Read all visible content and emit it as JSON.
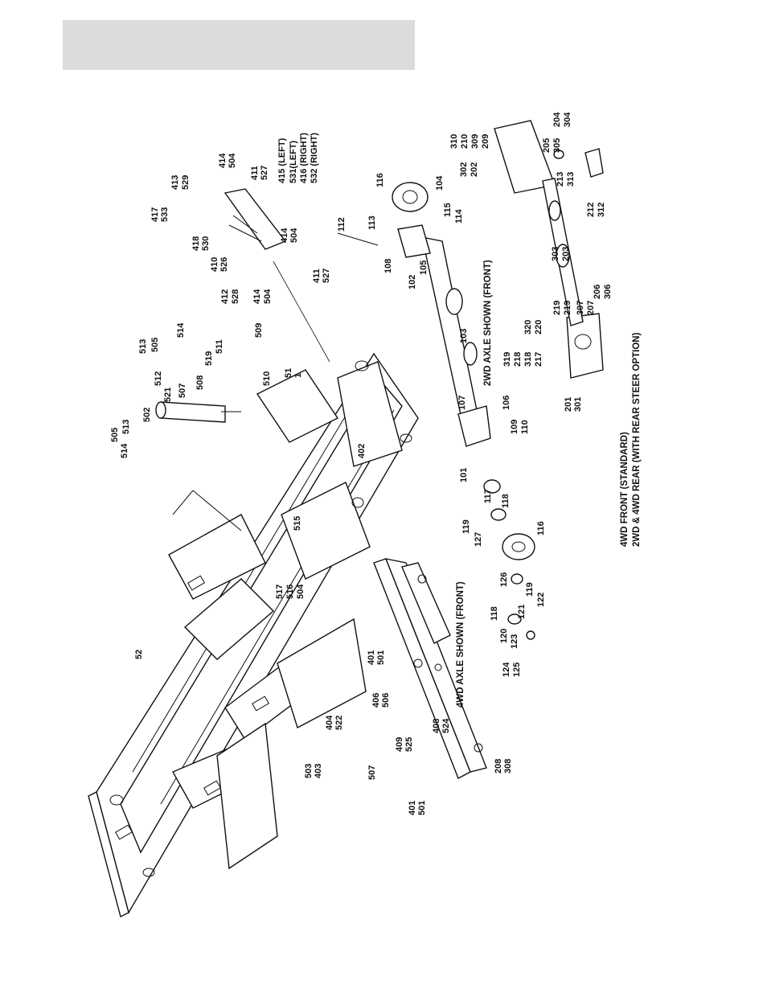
{
  "header": {
    "color": "#dcdcdc"
  },
  "captions": {
    "axle_4wd_front": "4WD AXLE SHOWN (FRONT)",
    "axle_2wd_front": "2WD AXLE SHOWN (FRONT)",
    "front_standard": "4WD FRONT (STANDARD)",
    "rear_option": "2WD & 4WD REAR (WITH REAR STEER OPTION)"
  },
  "callouts": [
    "52",
    "51",
    "1",
    "514",
    "505",
    "513",
    "502",
    "512",
    "521",
    "513",
    "505",
    "514",
    "507",
    "508",
    "519",
    "511",
    "509",
    "510",
    "412",
    "528",
    "414",
    "504",
    "410",
    "526",
    "418",
    "530",
    "417",
    "533",
    "413",
    "529",
    "414",
    "504",
    "411",
    "527",
    "415 (LEFT)",
    "531(LEFT)",
    "416 (RIGHT)",
    "532 (RIGHT)",
    "414",
    "504",
    "411",
    "527",
    "112",
    "113",
    "116",
    "104",
    "115",
    "114",
    "108",
    "102",
    "105",
    "103",
    "107",
    "106",
    "109",
    "110",
    "101",
    "117",
    "118",
    "119",
    "127",
    "116",
    "126",
    "119",
    "118",
    "121",
    "122",
    "120",
    "123",
    "124",
    "125",
    "402",
    "515",
    "517",
    "516",
    "504",
    "401",
    "501",
    "406",
    "506",
    "404",
    "522",
    "409",
    "525",
    "408",
    "524",
    "503",
    "403",
    "507",
    "401",
    "501",
    "208",
    "308",
    "310",
    "210",
    "309",
    "209",
    "204",
    "304",
    "302",
    "202",
    "205",
    "305",
    "213",
    "313",
    "212",
    "312",
    "303",
    "203",
    "320",
    "220",
    "219",
    "219",
    "319",
    "218",
    "318",
    "217",
    "307",
    "207",
    "206",
    "306",
    "201",
    "301"
  ]
}
